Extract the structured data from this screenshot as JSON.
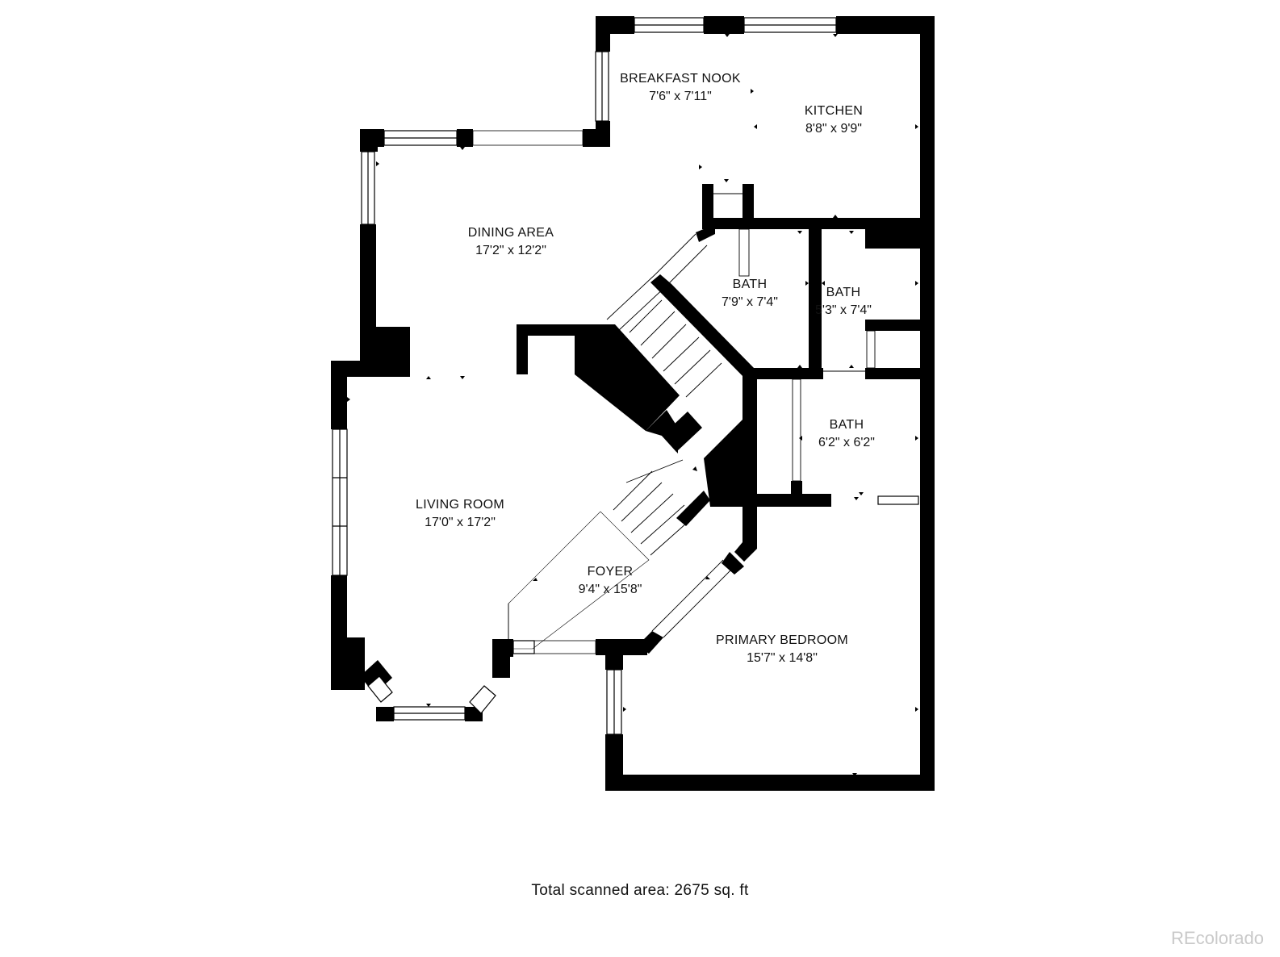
{
  "rooms": {
    "breakfast_nook": {
      "name": "BREAKFAST NOOK",
      "dims": "7'6\" x 7'11\""
    },
    "kitchen": {
      "name": "KITCHEN",
      "dims": "8'8\" x 9'9\""
    },
    "dining_area": {
      "name": "DINING AREA",
      "dims": "17'2\" x 12'2\""
    },
    "bath_1": {
      "name": "BATH",
      "dims": "7'9\" x 7'4\""
    },
    "bath_2": {
      "name": "BATH",
      "dims": "5'3\" x 7'4\""
    },
    "bath_3": {
      "name": "BATH",
      "dims": "6'2\" x 6'2\""
    },
    "living_room": {
      "name": "LIVING ROOM",
      "dims": "17'0\" x 17'2\""
    },
    "foyer": {
      "name": "FOYER",
      "dims": "9'4\" x 15'8\""
    },
    "primary_bedroom": {
      "name": "PRIMARY BEDROOM",
      "dims": "15'7\" x 14'8\""
    }
  },
  "footer": {
    "total_area": "Total scanned area: 2675 sq. ft"
  },
  "watermark": {
    "text": "REcolorado"
  },
  "colors": {
    "wall": "#000000",
    "background": "#ffffff",
    "watermark": "#c9c9c9"
  }
}
